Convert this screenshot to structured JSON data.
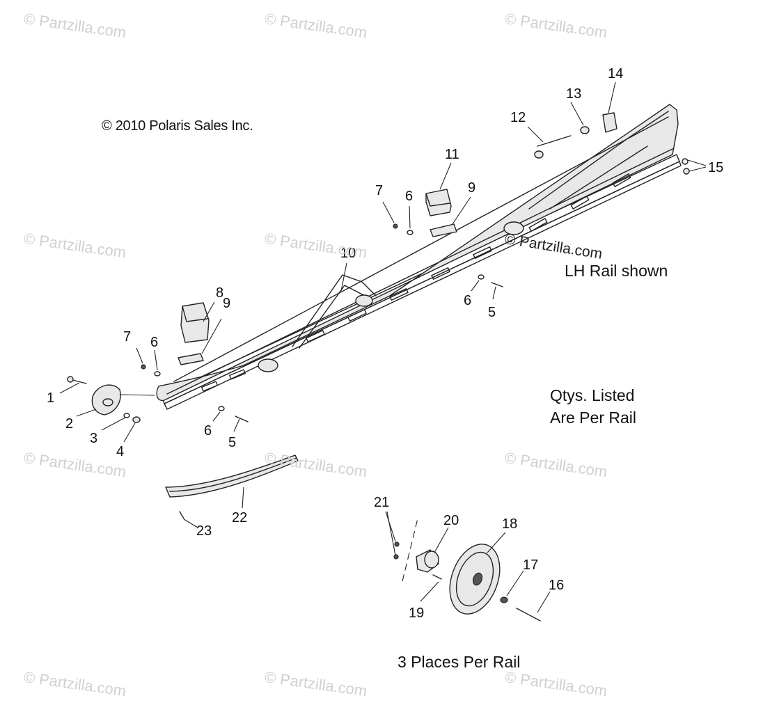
{
  "copyright": "© 2010 Polaris Sales Inc.",
  "notes": {
    "lh_rail": "LH Rail shown",
    "qtys_line1": "Qtys. Listed",
    "qtys_line2": "Are Per Rail",
    "places": "3 Places Per Rail"
  },
  "watermark": {
    "text": "© Partzilla.com",
    "center_text": "© Partzilla.com",
    "color": "#d0d0d0"
  },
  "callouts": [
    {
      "id": "1",
      "label": "1"
    },
    {
      "id": "2",
      "label": "2"
    },
    {
      "id": "3",
      "label": "3"
    },
    {
      "id": "4",
      "label": "4"
    },
    {
      "id": "5a",
      "label": "5"
    },
    {
      "id": "5b",
      "label": "5"
    },
    {
      "id": "6a",
      "label": "6"
    },
    {
      "id": "6b",
      "label": "6"
    },
    {
      "id": "6c",
      "label": "6"
    },
    {
      "id": "6d",
      "label": "6"
    },
    {
      "id": "7a",
      "label": "7"
    },
    {
      "id": "7b",
      "label": "7"
    },
    {
      "id": "8",
      "label": "8"
    },
    {
      "id": "9a",
      "label": "9"
    },
    {
      "id": "9b",
      "label": "9"
    },
    {
      "id": "10",
      "label": "10"
    },
    {
      "id": "11",
      "label": "11"
    },
    {
      "id": "12",
      "label": "12"
    },
    {
      "id": "13",
      "label": "13"
    },
    {
      "id": "14",
      "label": "14"
    },
    {
      "id": "15",
      "label": "15"
    },
    {
      "id": "16",
      "label": "16"
    },
    {
      "id": "17",
      "label": "17"
    },
    {
      "id": "18",
      "label": "18"
    },
    {
      "id": "19",
      "label": "19"
    },
    {
      "id": "20",
      "label": "20"
    },
    {
      "id": "21",
      "label": "21"
    },
    {
      "id": "22",
      "label": "22"
    },
    {
      "id": "23",
      "label": "23"
    }
  ]
}
